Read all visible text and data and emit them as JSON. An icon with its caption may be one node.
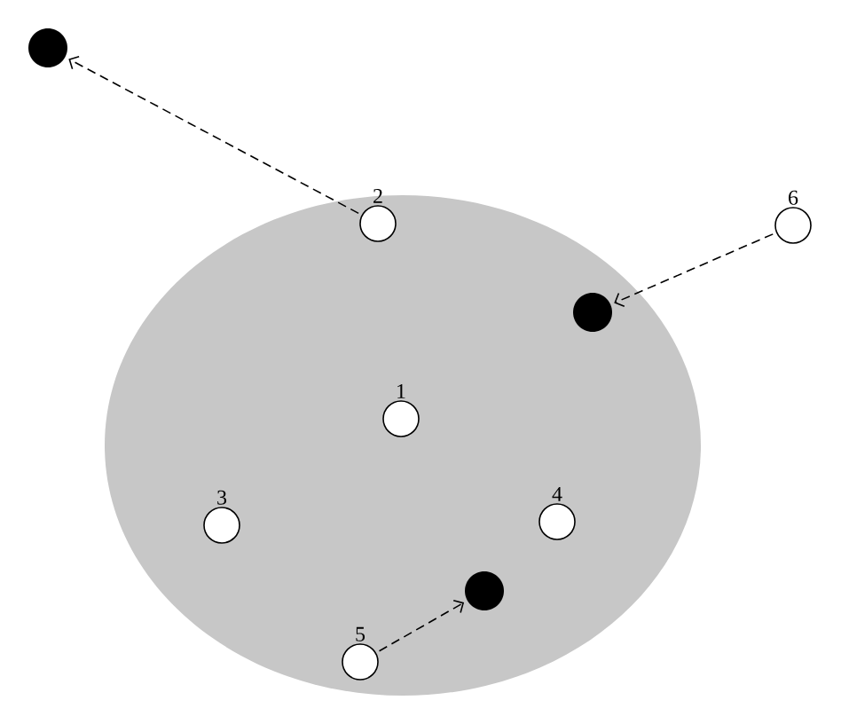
{
  "diagram": {
    "nodes": [
      {
        "text": [],
        "shape": "circle"
      },
      {
        "text": [],
        "shape": "dot"
      },
      {
        "text": [
          "2"
        ],
        "in": 0
      },
      {
        "text": [
          "6"
        ]
      },
      {
        "text": [],
        "shape": "dot",
        "in": 0
      },
      {
        "text": [
          "1"
        ],
        "in": 0
      },
      {
        "text": [
          "3"
        ],
        "in": 0
      },
      {
        "text": [
          "4"
        ],
        "in": 0
      },
      {
        "text": [],
        "shape": "dot",
        "in": 0
      },
      {
        "text": [
          "5"
        ],
        "in": 0
      }
    ],
    "edges": [
      {
        "from": 2,
        "to": 1,
        "arrow": "to",
        "style": "dashed"
      },
      {
        "from": 3,
        "to": 4,
        "arrow": "to",
        "style": "dashed"
      },
      {
        "from": 9,
        "to": 8,
        "arrow": "to",
        "style": "dashed"
      }
    ]
  }
}
